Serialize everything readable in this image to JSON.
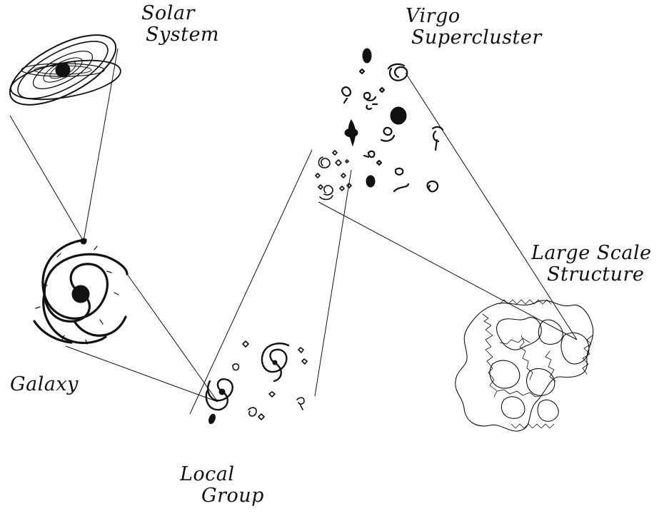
{
  "labels": {
    "solar_system": [
      "Solar",
      "System"
    ],
    "virgo_supercluster": [
      "Virgo",
      "Supercluster"
    ],
    "large_scale_structure": [
      "Large Scale",
      "Structure"
    ],
    "galaxy": [
      "Galaxy"
    ],
    "local_group": [
      "Local",
      "Group"
    ]
  },
  "colors": {
    "ink": "#111111",
    "background": "#ffffff"
  }
}
